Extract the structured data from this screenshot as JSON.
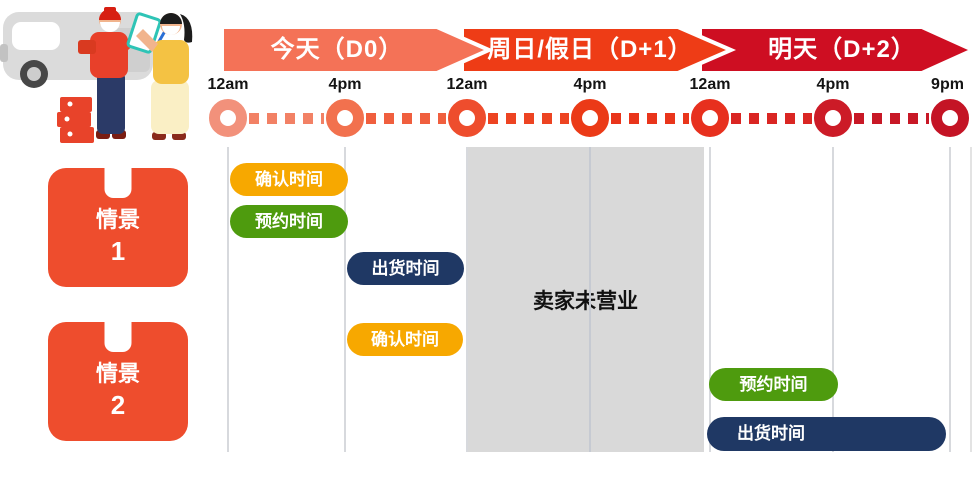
{
  "banners": [
    {
      "label": "今天（D0）",
      "color": "#F47257"
    },
    {
      "label": "周日/假日（D+1）",
      "color": "#EE3C16"
    },
    {
      "label": "明天（D+2）",
      "color": "#CE0E22"
    }
  ],
  "timeline": {
    "ticks": [
      {
        "label": "12am",
        "color": "#F2917B"
      },
      {
        "label": "4pm",
        "color": "#F2714E"
      },
      {
        "label": "12am",
        "color": "#EE4D2D"
      },
      {
        "label": "4pm",
        "color": "#EB3A17"
      },
      {
        "label": "12am",
        "color": "#E7301E"
      },
      {
        "label": "4pm",
        "color": "#CC1B27"
      },
      {
        "label": "9pm",
        "color": "#C41425"
      }
    ]
  },
  "closed_region": {
    "label": "卖家未营业",
    "color": "#D9D9D9"
  },
  "scenarios": [
    {
      "label": "情景",
      "number": "1",
      "color": "#EE4D2D"
    },
    {
      "label": "情景",
      "number": "2",
      "color": "#EE4D2D"
    }
  ],
  "events": {
    "s1_confirm": {
      "label": "确认时间",
      "color": "#F7A800"
    },
    "s1_reserve": {
      "label": "预约时间",
      "color": "#4E9B0E"
    },
    "s1_ship": {
      "label": "出货时间",
      "color": "#1F3864"
    },
    "s2_confirm": {
      "label": "确认时间",
      "color": "#F7A800"
    },
    "s2_reserve": {
      "label": "预约时间",
      "color": "#4E9B0E"
    },
    "s2_ship": {
      "label": "出货时间",
      "color": "#1F3864"
    }
  },
  "illustration_items": [
    "delivery-van",
    "courier",
    "customer",
    "package-boxes",
    "clipboard"
  ]
}
